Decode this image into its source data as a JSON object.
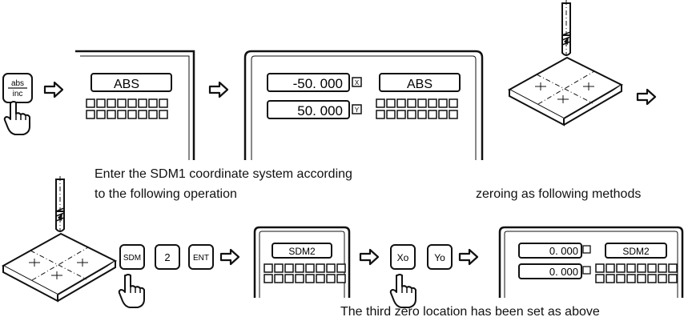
{
  "steps": {
    "abs_inc_key": {
      "top": "abs",
      "bottom": "inc"
    },
    "display_mode_label": "ABS",
    "x_readout": "-50. 000",
    "y_readout": "50. 000",
    "axis_x_tag": "X",
    "axis_y_tag": "Y",
    "sdm_key": "SDM",
    "digit_key": "2",
    "ent_key": "ENT",
    "sdm_mode_label": "SDM2",
    "x_zero_key": "Xo",
    "y_zero_key": "Yo",
    "x_zero_readout": "0. 000",
    "y_zero_readout": "0. 000"
  },
  "captions": {
    "instruction": "Enter the SDM1 coordinate system according",
    "instruction_line2": "to the following operation",
    "zeroing": "zeroing as following methods",
    "result": "The third zero location has been set as above"
  },
  "colors": {
    "ink": "#111111",
    "background": "#ffffff"
  }
}
